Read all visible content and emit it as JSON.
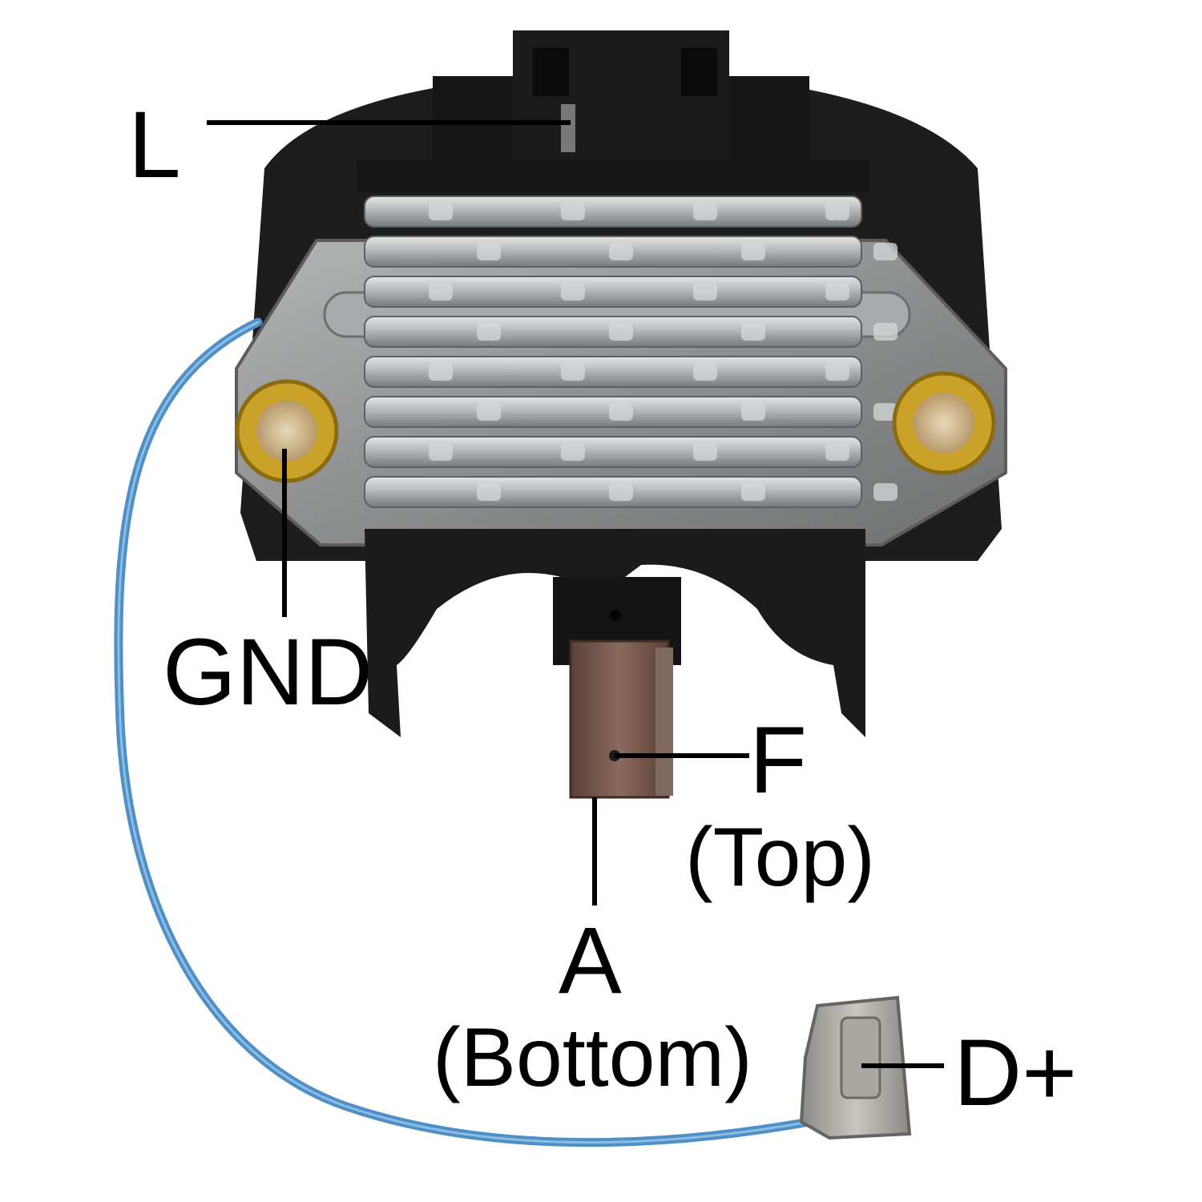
{
  "labels": {
    "l": "L",
    "gnd": "GND",
    "f": "F",
    "f_note": "(Top)",
    "a": "A",
    "a_note": "(Bottom)",
    "d_plus": "D+"
  },
  "colors": {
    "housing": "#1b1b1b",
    "heatsink_fin": "#b9bcbd",
    "mount_plate": "#8f9192",
    "grommet": "#c9a227",
    "wire": "#4f8fc7",
    "brush": "#6b4f44",
    "leader_line": "#000000"
  }
}
